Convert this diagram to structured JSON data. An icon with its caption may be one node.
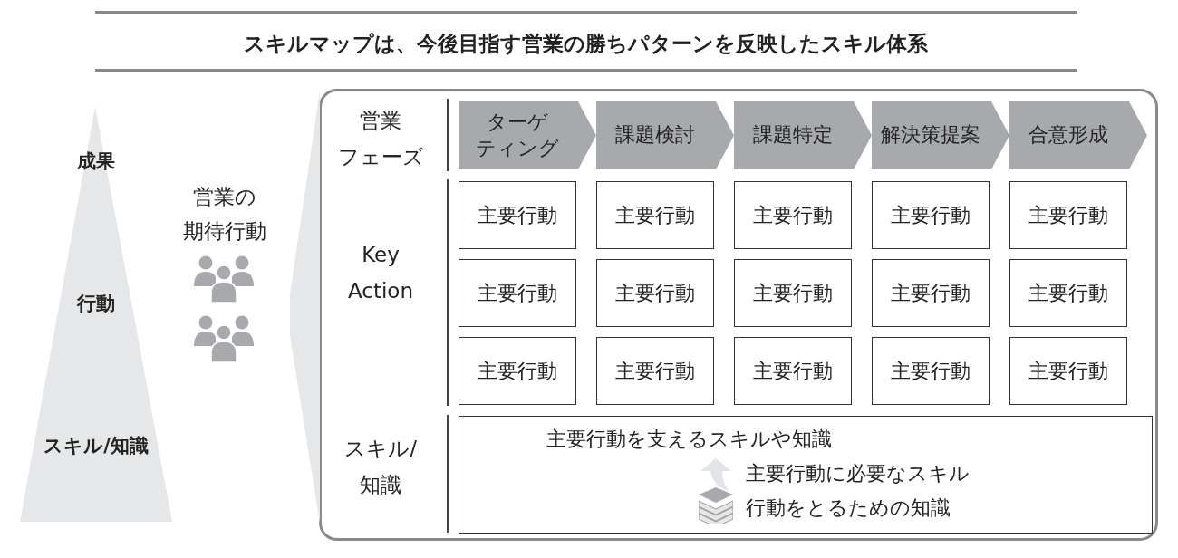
{
  "diagram": {
    "title": "スキルマップは、今後目指す営業の勝ちパターンを反映したスキル体系",
    "nodes": [
      {
        "text": [
          "成果",
          "行動",
          "スキル/知識"
        ]
      },
      {
        "text": [],
        "shape": "box"
      },
      {
        "text": [
          "ターゲティング"
        ],
        "in": 1
      },
      {
        "text": [
          "課題検討"
        ],
        "in": 1
      },
      {
        "text": [
          "課題特定"
        ],
        "in": 1
      },
      {
        "text": [
          "解決策提案"
        ],
        "in": 1
      },
      {
        "text": [
          "合意形成"
        ],
        "in": 1
      },
      {
        "text": [
          "主要行動"
        ],
        "in": 1
      },
      {
        "text": [
          "主要行動"
        ],
        "in": 1
      },
      {
        "text": [
          "主要行動"
        ],
        "in": 1
      },
      {
        "text": [
          "主要行動"
        ],
        "in": 1
      },
      {
        "text": [
          "主要行動"
        ],
        "in": 1
      },
      {
        "text": [
          "主要行動"
        ],
        "in": 1
      },
      {
        "text": [
          "主要行動"
        ],
        "in": 1
      },
      {
        "text": [
          "主要行動"
        ],
        "in": 1
      },
      {
        "text": [
          "主要行動"
        ],
        "in": 1
      },
      {
        "text": [
          "主要行動"
        ],
        "in": 1
      },
      {
        "text": [
          "主要行動"
        ],
        "in": 1
      },
      {
        "text": [
          "主要行動"
        ],
        "in": 1
      },
      {
        "text": [
          "主要行動"
        ],
        "in": 1
      },
      {
        "text": [
          "主要行動"
        ],
        "in": 1
      },
      {
        "text": [
          "主要行動"
        ],
        "in": 1
      },
      {
        "text": [
          "主要行動を支えるスキルや知識",
          "主要行動に必要なスキル",
          "行動をとるための知識"
        ],
        "in": 1
      },
      {
        "text": [],
        "shape": "wedge"
      }
    ],
    "edges": [],
    "labels": [
      "営業の期待行動",
      "営業フェーズ",
      "Key Action",
      "スキル/知識"
    ]
  }
}
